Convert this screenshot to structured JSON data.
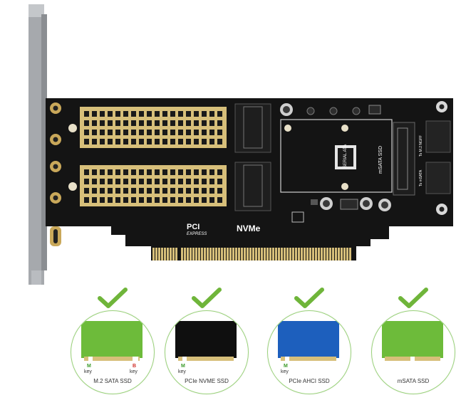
{
  "board": {
    "logo_brand": "PCI",
    "logo_sub": "EXPRESS",
    "protocol": "NVMe",
    "msata_label": "mSATA SSD",
    "sata_label_1": "To M.2 NGFF",
    "sata_label_2": "To mSATA",
    "serial_ata_label": "SERIAL ATA"
  },
  "colors": {
    "pcb": "#141414",
    "gold": "#d7bf7a",
    "bracket": "#a6a9ad",
    "check": "#6fb53a",
    "ssd_green": "#6dbb3a",
    "ssd_black": "#0f0f0f",
    "ssd_blue": "#1d5fbd",
    "key_m": "#3b9a2a",
    "key_b": "#d0302a"
  },
  "compat": [
    {
      "name": "M.2 SATA SSD",
      "color": "#6dbb3a",
      "keys": [
        {
          "letter": "M",
          "word": "key"
        },
        {
          "letter": "B",
          "word": "key"
        }
      ]
    },
    {
      "name": "PCIe NVME SSD",
      "color": "#0f0f0f",
      "keys": [
        {
          "letter": "M",
          "word": "key"
        }
      ]
    },
    {
      "name": "PCIe AHCI SSD",
      "color": "#1d5fbd",
      "keys": [
        {
          "letter": "M",
          "word": "key"
        }
      ]
    },
    {
      "name": "mSATA SSD",
      "color": "#6dbb3a",
      "keys": []
    }
  ]
}
